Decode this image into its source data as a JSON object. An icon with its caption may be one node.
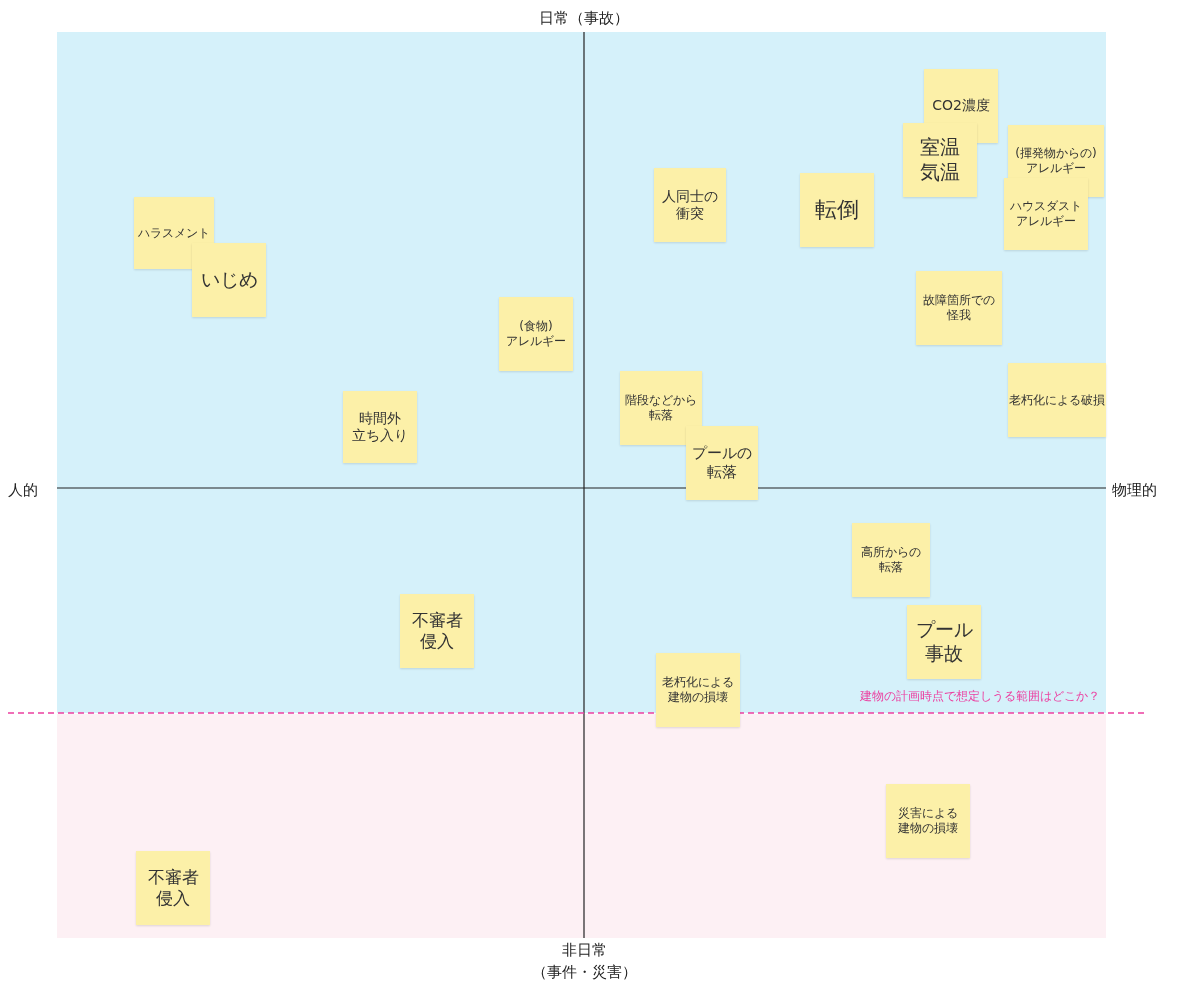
{
  "diagram": {
    "nodes": [
      {
        "text": [
          "ハラスメント"
        ]
      },
      {
        "text": [
          "いじめ"
        ]
      },
      {
        "text": [
          "(食物)アレルギー"
        ]
      },
      {
        "text": [
          "時間外立ち入り"
        ]
      },
      {
        "text": [
          "人同士の衝突"
        ]
      },
      {
        "text": [
          "転倒"
        ]
      },
      {
        "text": [
          "CO2濃度"
        ]
      },
      {
        "text": [
          "室温気温"
        ]
      },
      {
        "text": [
          "(揮発物からの)アレルギー"
        ]
      },
      {
        "text": [
          "ハウスダストアレルギー"
        ]
      },
      {
        "text": [
          "故障箇所での怪我"
        ]
      },
      {
        "text": [
          "老朽化による破損"
        ]
      },
      {
        "text": [
          "階段などから転落"
        ]
      },
      {
        "text": [
          "プールの転落"
        ]
      },
      {
        "text": [
          "高所からの転落"
        ]
      },
      {
        "text": [
          "不審者侵入"
        ]
      },
      {
        "text": [
          "プール事故"
        ]
      },
      {
        "text": [
          "老朽化による建物の損壊"
        ]
      },
      {
        "text": [
          "災害による建物の損壊"
        ]
      },
      {
        "text": [
          "不審者侵入"
        ]
      }
    ],
    "labels": [
      "日常（事故）",
      "人的",
      "物理的",
      "建物の計画時点で想定しうる範囲はどこか？",
      "非日常（事件・災害）"
    ]
  }
}
